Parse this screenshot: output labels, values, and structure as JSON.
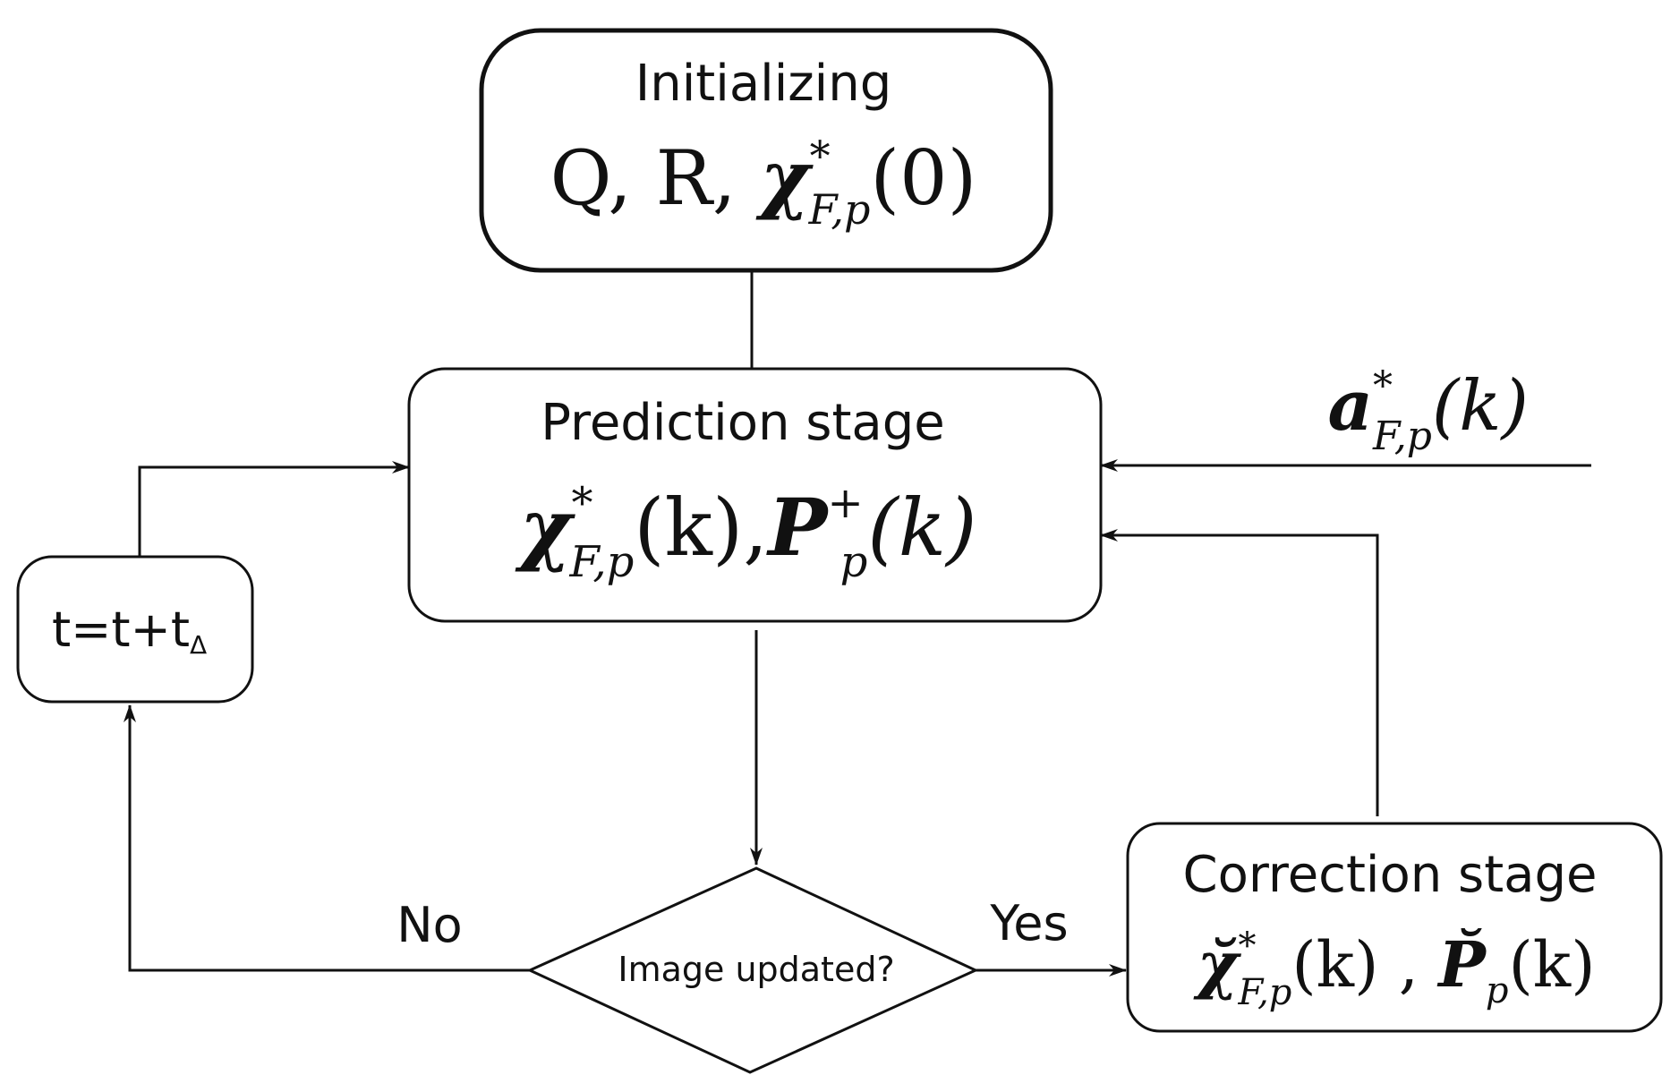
{
  "colors": {
    "stroke": "#111111",
    "background": "#ffffff"
  },
  "init": {
    "title": "Initializing",
    "params_prefix": "Q, R,",
    "chi_symbol": "χ",
    "chi_sup": "*",
    "chi_sub": "F,p",
    "chi_arg": "(0)"
  },
  "prediction": {
    "title": "Prediction stage",
    "chi_symbol": "χ",
    "chi_sup": "*",
    "chi_sub": "F,p",
    "chi_arg": "(k)",
    "separator": ",",
    "p_symbol": "P",
    "p_sup": "+",
    "p_sub": "p",
    "p_arg": "(k)"
  },
  "input": {
    "a_symbol": "a",
    "a_sup": "*",
    "a_sub": "F,p",
    "a_arg": "(k)"
  },
  "time_update": {
    "text": "t=t+t",
    "sub": "Δ"
  },
  "decision": {
    "label": "Image updated?",
    "no_label": "No",
    "yes_label": "Yes"
  },
  "correction": {
    "title": "Correction stage",
    "chi_symbol": "χ̆",
    "chi_sup": "*",
    "chi_sub": "F,p",
    "chi_arg": "(k)",
    "separator": ",",
    "p_symbol": "P̆",
    "p_sub": "p",
    "p_arg": "(k)"
  }
}
